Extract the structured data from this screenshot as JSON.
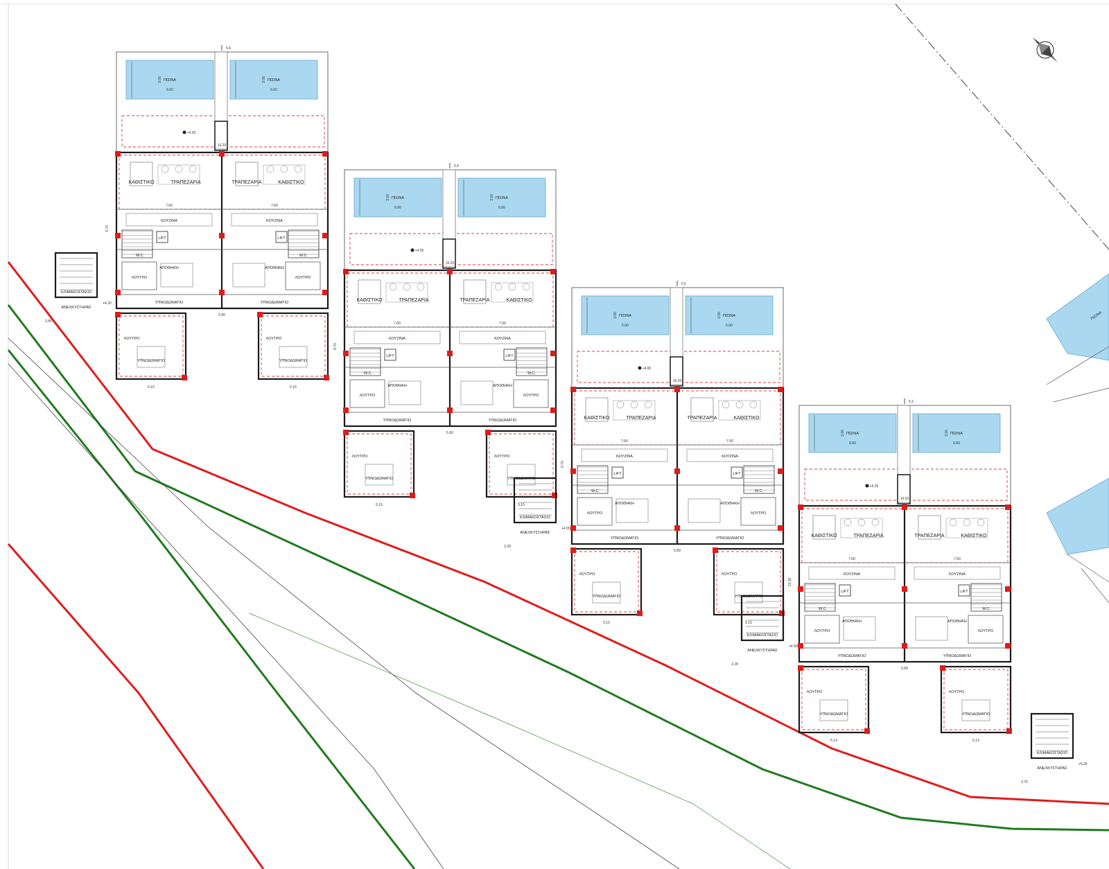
{
  "colors": {
    "background": "#ffffff",
    "wall": "#1a1a1a",
    "boundary_red": "#e11b1b",
    "boundary_green": "#1f7a1f",
    "pool_fill": "#a9d8f0",
    "guide_dashed": "#e23a3a"
  },
  "icons": {
    "north_arrow": "compass-rose-icon"
  },
  "labels": {
    "pool": "ΠΙΣΙΝΑ",
    "living": "ΚΑΘΙΣΤΙΚΟ",
    "dining": "ΤΡΑΠΕΖΑΡΙΑ",
    "kitchen": "ΚΟΥΖΙΝΑ",
    "bedroom": "ΥΠΝΟΔΩΜΑΤΙΟ",
    "bathroom": "ΛΟΥΤΡΟ",
    "storage": "ΑΠΟΘΗΚΗ",
    "lift": "LIFT",
    "stair": "ΚΛΙΜΑΚΟΣΤΑΣΙΟ",
    "elevator_shaft": "ΑΝΕΛΚΥΣΤΗΡΑΣ",
    "wc": "W.C."
  },
  "blocks": [
    {
      "level": "+4.20",
      "width_dim": "16.20",
      "pool_w": "6.60",
      "pool_d": "3.00",
      "room_w": "7.60",
      "bed_w": "5.15",
      "depth": "9.70",
      "gap": "5.90",
      "side": "2.85"
    },
    {
      "level": "+4.55",
      "width_dim": "16.20",
      "pool_w": "6.60",
      "pool_d": "3.00",
      "room_w": "7.60",
      "bed_w": "5.15",
      "depth": "9.70",
      "gap": "5.90",
      "side": "2.28"
    },
    {
      "level": "+4.90",
      "width_dim": "16.20",
      "pool_w": "6.60",
      "pool_d": "3.00",
      "room_w": "7.60",
      "bed_w": "5.15",
      "depth": "9.70",
      "gap": "5.89",
      "side": "2.28"
    },
    {
      "level": "+5.25",
      "width_dim": "16.20",
      "pool_w": "6.60",
      "pool_d": "3.00",
      "room_w": "7.60",
      "bed_w": "5.13",
      "depth": "13.25",
      "gap": "5.89",
      "side": "2.75"
    }
  ],
  "section_marks": [
    "5.4",
    "5.5",
    "5.5",
    "5.3"
  ]
}
